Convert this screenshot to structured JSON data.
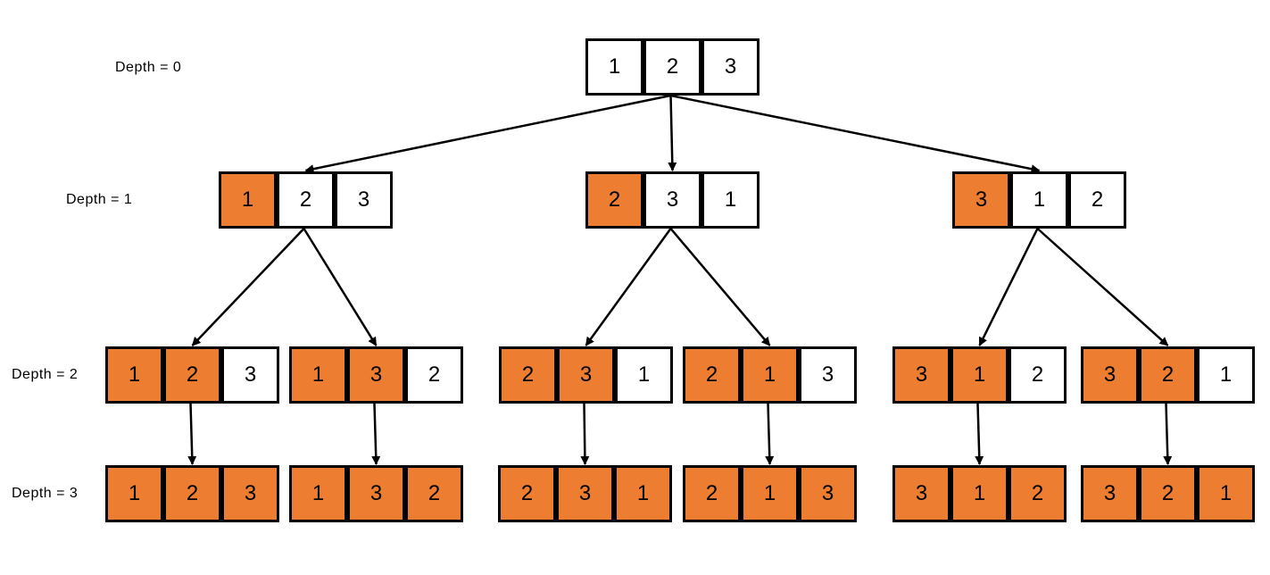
{
  "colors": {
    "highlight": "#ed7d31",
    "plain": "#ffffff",
    "stroke": "#000000"
  },
  "depth_labels": [
    "Depth = 0",
    "Depth = 1",
    "Depth = 2",
    "Depth = 3"
  ],
  "nodes": [
    {
      "id": "root",
      "depth": 0,
      "cells": [
        "1",
        "2",
        "3"
      ],
      "fixed": 0
    },
    {
      "id": "d1a",
      "depth": 1,
      "cells": [
        "1",
        "2",
        "3"
      ],
      "fixed": 1
    },
    {
      "id": "d1b",
      "depth": 1,
      "cells": [
        "2",
        "3",
        "1"
      ],
      "fixed": 1
    },
    {
      "id": "d1c",
      "depth": 1,
      "cells": [
        "3",
        "1",
        "2"
      ],
      "fixed": 1
    },
    {
      "id": "d2a",
      "depth": 2,
      "cells": [
        "1",
        "2",
        "3"
      ],
      "fixed": 2
    },
    {
      "id": "d2b",
      "depth": 2,
      "cells": [
        "1",
        "3",
        "2"
      ],
      "fixed": 2
    },
    {
      "id": "d2c",
      "depth": 2,
      "cells": [
        "2",
        "3",
        "1"
      ],
      "fixed": 2
    },
    {
      "id": "d2d",
      "depth": 2,
      "cells": [
        "2",
        "1",
        "3"
      ],
      "fixed": 2
    },
    {
      "id": "d2e",
      "depth": 2,
      "cells": [
        "3",
        "1",
        "2"
      ],
      "fixed": 2
    },
    {
      "id": "d2f",
      "depth": 2,
      "cells": [
        "3",
        "2",
        "1"
      ],
      "fixed": 2
    },
    {
      "id": "d3a",
      "depth": 3,
      "cells": [
        "1",
        "2",
        "3"
      ],
      "fixed": 3
    },
    {
      "id": "d3b",
      "depth": 3,
      "cells": [
        "1",
        "3",
        "2"
      ],
      "fixed": 3
    },
    {
      "id": "d3c",
      "depth": 3,
      "cells": [
        "2",
        "3",
        "1"
      ],
      "fixed": 3
    },
    {
      "id": "d3d",
      "depth": 3,
      "cells": [
        "2",
        "1",
        "3"
      ],
      "fixed": 3
    },
    {
      "id": "d3e",
      "depth": 3,
      "cells": [
        "3",
        "1",
        "2"
      ],
      "fixed": 3
    },
    {
      "id": "d3f",
      "depth": 3,
      "cells": [
        "3",
        "2",
        "1"
      ],
      "fixed": 3
    }
  ],
  "edges": [
    [
      "root",
      "d1a"
    ],
    [
      "root",
      "d1b"
    ],
    [
      "root",
      "d1c"
    ],
    [
      "d1a",
      "d2a"
    ],
    [
      "d1a",
      "d2b"
    ],
    [
      "d1b",
      "d2c"
    ],
    [
      "d1b",
      "d2d"
    ],
    [
      "d1c",
      "d2e"
    ],
    [
      "d1c",
      "d2f"
    ],
    [
      "d2a",
      "d3a"
    ],
    [
      "d2b",
      "d3b"
    ],
    [
      "d2c",
      "d3c"
    ],
    [
      "d2d",
      "d3d"
    ],
    [
      "d2e",
      "d3e"
    ],
    [
      "d2f",
      "d3f"
    ]
  ]
}
